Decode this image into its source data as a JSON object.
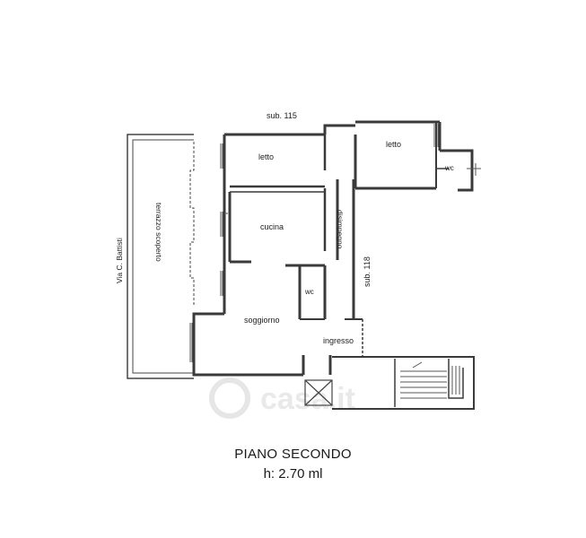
{
  "plan": {
    "rooms": {
      "letto_1": "letto",
      "letto_2": "letto",
      "wc_1": "wc",
      "wc_2": "wc",
      "cucina": "cucina",
      "disimpegno": "disimpegno",
      "soggiorno": "soggiorno",
      "ingresso": "ingresso",
      "terrazzo": "terrazzo scoperto"
    },
    "boundaries": {
      "sub_top": "sub. 115",
      "sub_right": "sub. 118",
      "street": "Via C. Battisti"
    },
    "watermark": "casa.it",
    "colors": {
      "wall": "#3a3a3a",
      "thin": "#6b6b6b",
      "watermark": "#e8e8e8"
    }
  },
  "caption": {
    "title": "PIANO SECONDO",
    "height": "h: 2.70 ml"
  }
}
